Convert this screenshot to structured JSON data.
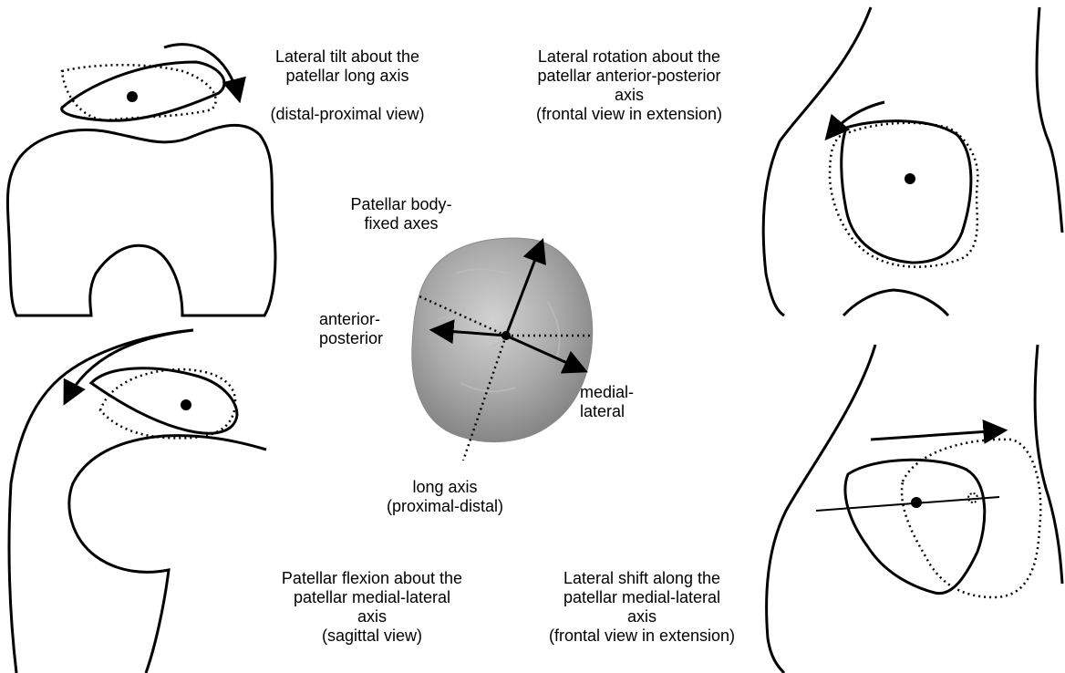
{
  "panels": {
    "tilt": {
      "lines": [
        "Lateral tilt about the",
        "patellar long axis",
        "",
        "(distal-proximal view)"
      ]
    },
    "rotation": {
      "lines": [
        "Lateral rotation about the",
        "patellar anterior-posterior",
        "axis",
        "(frontal view in extension)"
      ]
    },
    "flexion": {
      "lines": [
        "Patellar flexion about the",
        "patellar medial-lateral",
        "axis",
        "(sagittal view)"
      ]
    },
    "shift": {
      "lines": [
        "Lateral shift along the",
        "patellar medial-lateral",
        "axis",
        "(frontal view in extension)"
      ]
    }
  },
  "center": {
    "title_lines": [
      "Patellar body-",
      "fixed axes"
    ],
    "axis_anterior_posterior": [
      "anterior-",
      "posterior"
    ],
    "axis_medial_lateral": [
      "medial-",
      "lateral"
    ],
    "axis_long": [
      "long axis",
      "(proximal-distal)"
    ]
  }
}
